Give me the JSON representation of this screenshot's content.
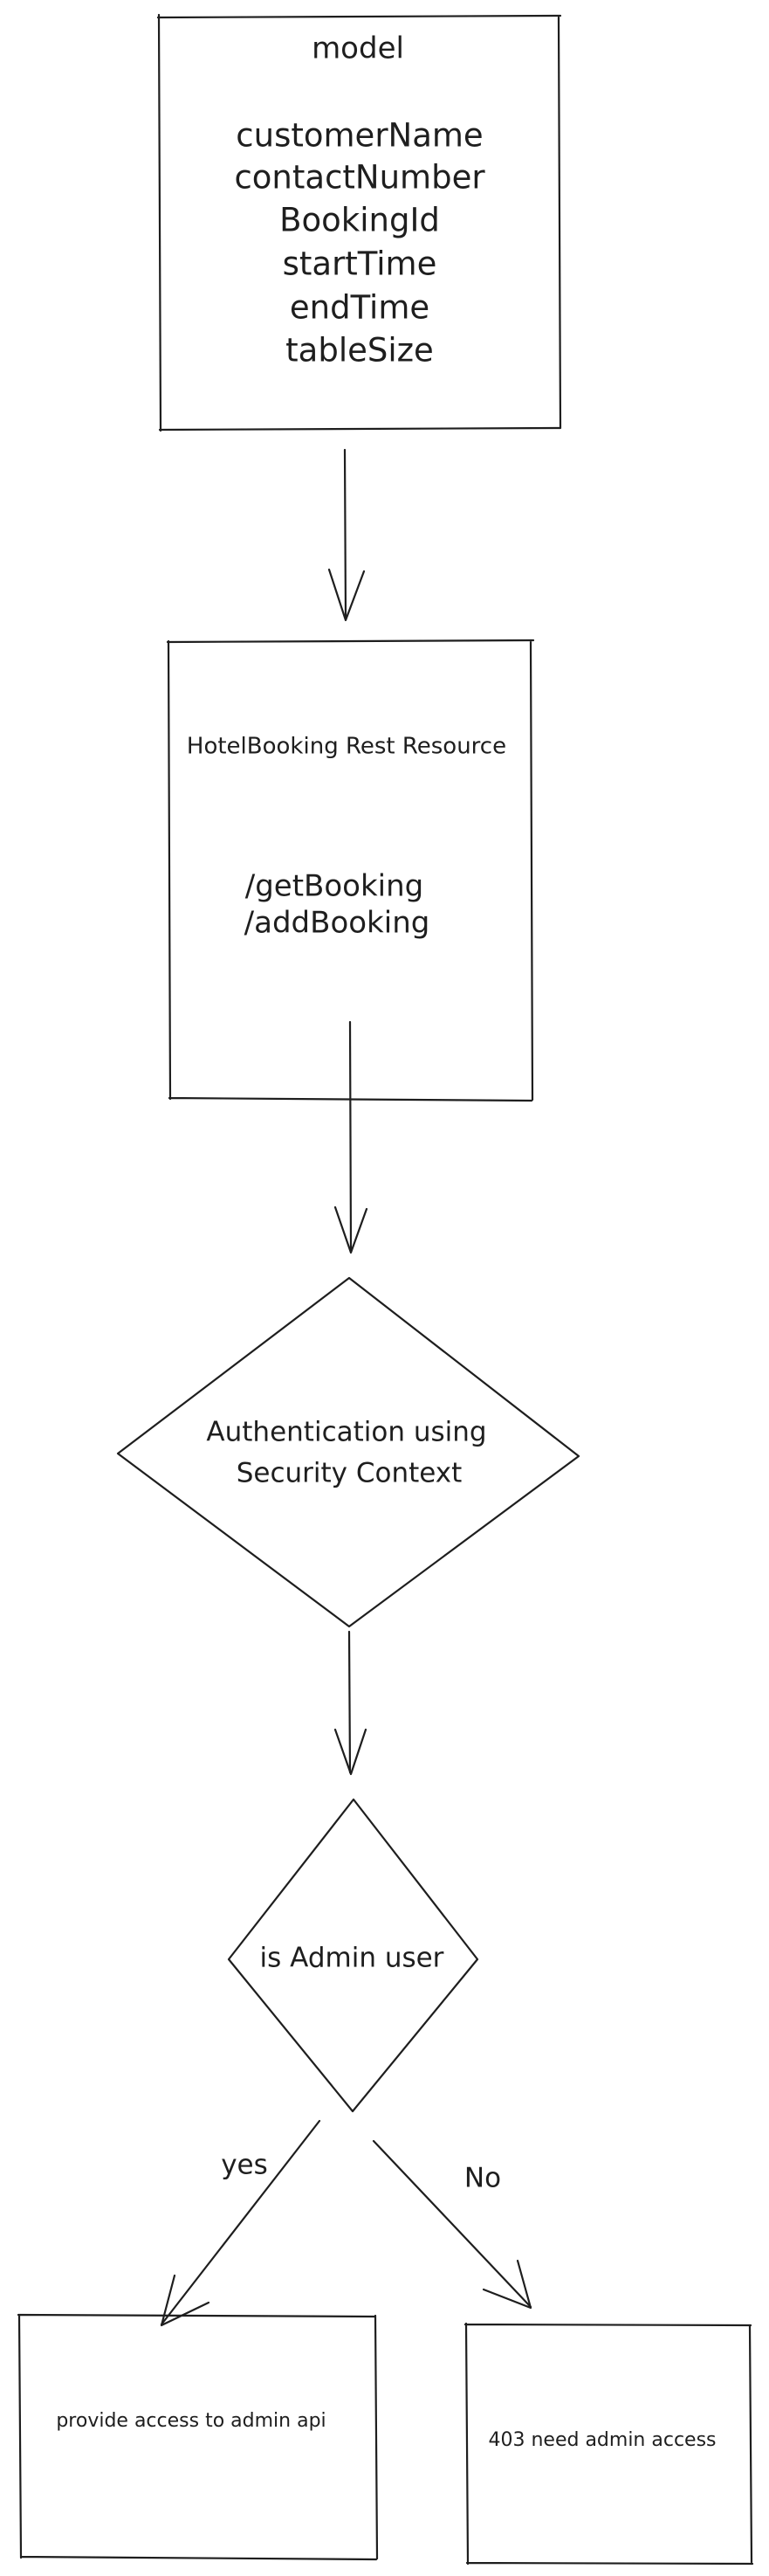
{
  "model_box": {
    "title": "model",
    "fields": [
      "customerName",
      "contactNumber",
      "BookingId",
      "startTime",
      "endTime",
      "tableSize"
    ]
  },
  "resource_box": {
    "title": "HotelBooking Rest Resource",
    "endpoints": [
      "/getBooking",
      "/addBooking"
    ]
  },
  "auth_decision": {
    "line1": "Authentication using",
    "line2": "Security Context"
  },
  "admin_decision": {
    "label": "is Admin user"
  },
  "edges": {
    "yes_label": "yes",
    "no_label": "No"
  },
  "yes_box": {
    "text": "provide access to admin api"
  },
  "no_box": {
    "text": "403 need admin access"
  }
}
